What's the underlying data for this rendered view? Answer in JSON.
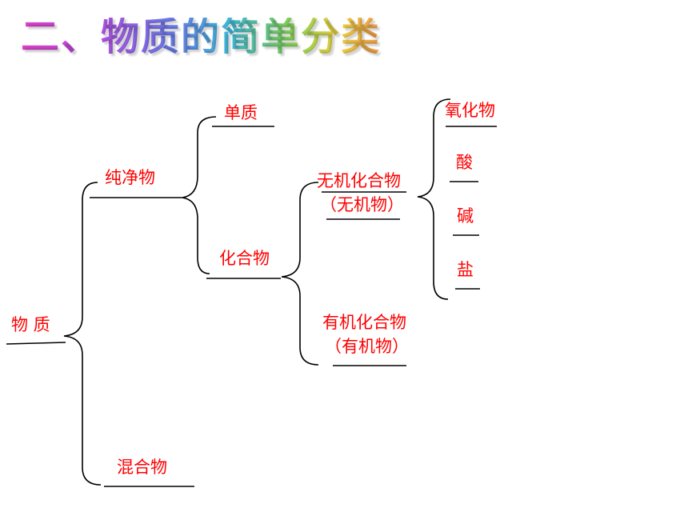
{
  "title": "二、物质的简单分类",
  "colors": {
    "label": "#ff0000",
    "line": "#000000"
  },
  "nodes": {
    "root": "物 质",
    "pure": "纯净物",
    "mixture": "混合物",
    "element": "单质",
    "compound": "化合物",
    "inorganic": "无机化合物",
    "inorganic_alias": "（无机物）",
    "organic": "有机化合物",
    "organic_alias": "（有机物）",
    "oxide": "氧化物",
    "acid": "酸",
    "base": "碱",
    "salt": "盐"
  }
}
